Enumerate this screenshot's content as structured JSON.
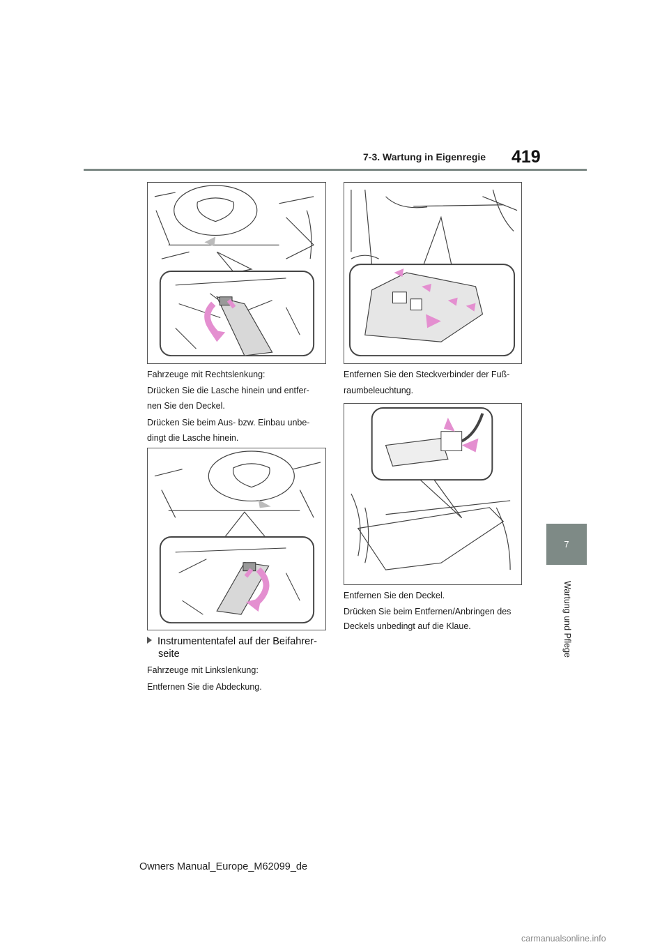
{
  "header": {
    "section": "7-3. Wartung in Eigenregie",
    "page_number": "419"
  },
  "side_tab": {
    "chapter_number": "7",
    "chapter_title": "Wartung und Pflege"
  },
  "left_column": {
    "rhd_caption": "Fahrzeuge mit Rechtslenkung:",
    "rhd_step": "Drücken Sie die Lasche hinein und entfer-nen Sie den Deckel.",
    "rhd_step_line1": "Drücken Sie die Lasche hinein und entfer-",
    "rhd_step_line2": "nen Sie den Deckel.",
    "rhd_note_line1": "Drücken Sie beim Aus- bzw. Einbau unbe-",
    "rhd_note_line2": "dingt die Lasche hinein.",
    "subheading_line1": "Instrumententafel auf der Beifahrer-",
    "subheading_line2": "seite",
    "lhd_caption": "Fahrzeuge mit Linkslenkung:",
    "lhd_step": "Entfernen Sie die Abdeckung."
  },
  "right_column": {
    "connector_line1": "Entfernen Sie den Steckverbinder der Fuß-",
    "connector_line2": "raumbeleuchtung.",
    "cover_step": "Entfernen Sie den Deckel.",
    "cover_note_line1": "Drücken Sie beim Entfernen/Anbringen des",
    "cover_note_line2": "Deckels unbedingt auf die Klaue."
  },
  "footer": {
    "manual_id": "Owners Manual_Europe_M62099_de",
    "watermark": "carmanualsonline.info"
  },
  "colors": {
    "accent_gray": "#7e8a86",
    "arrow_pink": "#e48fd0"
  }
}
